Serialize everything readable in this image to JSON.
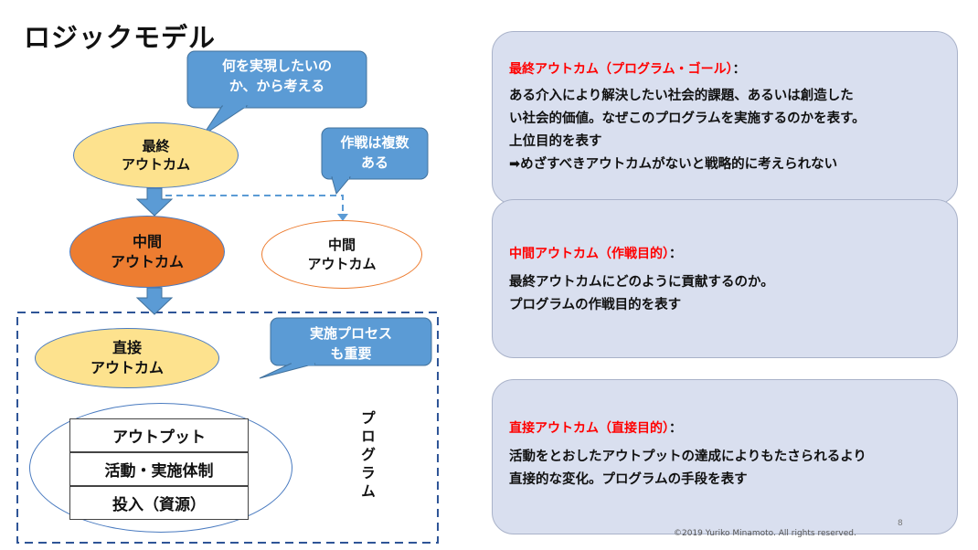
{
  "title": "ロジックモデル",
  "diagram": {
    "final_outcome": "最終\nアウトカム",
    "intermediate_outcome_main": "中間\nアウトカム",
    "intermediate_outcome_alt": "中間\nアウトカム",
    "direct_outcome": "直接\nアウトカム",
    "program_boxes": [
      "アウトプット",
      "活動・実施体制",
      "投入（資源）"
    ],
    "program_label": "プログラム",
    "callouts": [
      "何を実現したいの\nか、から考える",
      "作戦は複数\nある",
      "実施プロセス\nも重要"
    ],
    "colors": {
      "callout": "#5b9bd5",
      "arrow": "#5b9bd5",
      "final_fill": "#fde28e",
      "intermediate_fill": "#ed7d31",
      "panel_bg": "#d9dfef",
      "heading_red": "#ff0000"
    }
  },
  "panels": [
    {
      "heading": "最終アウトカム（プログラム・ゴール）",
      "colon": "：",
      "body": "ある介入により解決したい社会的課題、あるいは創造した\nい社会的価値。なぜこのプログラムを実施するのかを表す。\n上位目的を表す\n➡めざすべきアウトカムがないと戦略的に考えられない"
    },
    {
      "heading": "中間アウトカム（作戦目的）",
      "colon": "：",
      "body": "最終アウトカムにどのように貢献するのか。\nプログラムの作戦目的を表す"
    },
    {
      "heading": "直接アウトカム（直接目的）",
      "colon": "：",
      "body": "活動をとおしたアウトプットの達成によりもたさられるより\n直接的な変化。プログラムの手段を表す"
    }
  ],
  "footer": {
    "copyright": "©2019 Yuriko Minamoto. All rights reserved.",
    "page_number": "8"
  }
}
